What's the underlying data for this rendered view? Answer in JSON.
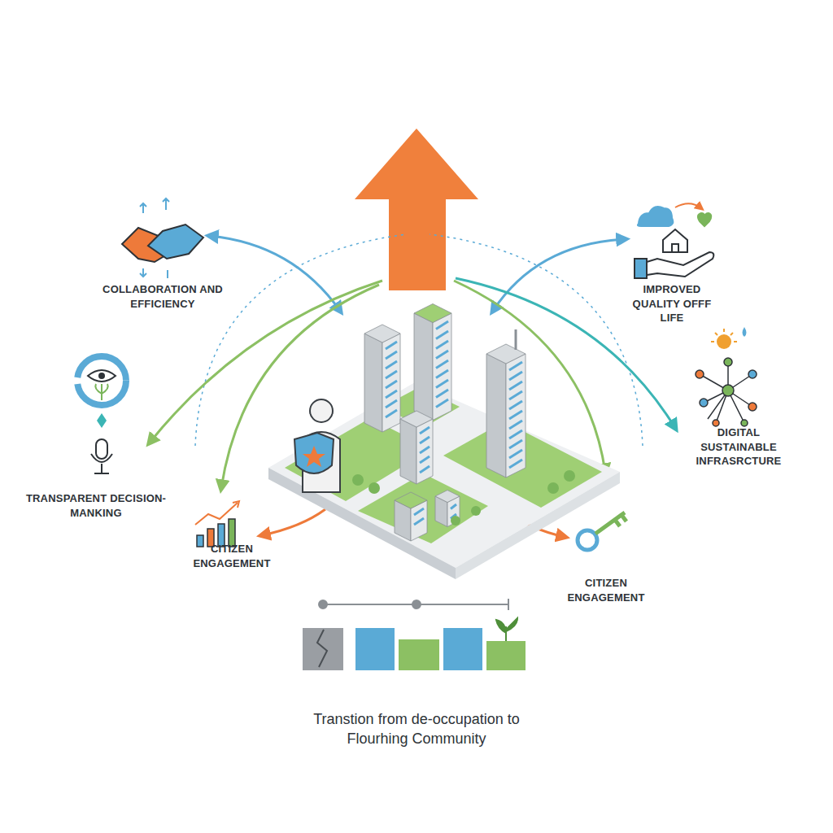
{
  "diagram": {
    "caption": "Transtion from de-occupation to Flourhing Community",
    "labels": [
      "COLLABORATION AND EFFICIENCY",
      "IMPROVED QUALITY OFFF LIFE",
      "DIGITAL SUSTAINABLE INFRASRCTURE",
      "TRANSPARENT DECISION-MANKING",
      "CITIZEN ENGAGEMENT",
      "CITIZEN ENGAGEMENT"
    ]
  }
}
